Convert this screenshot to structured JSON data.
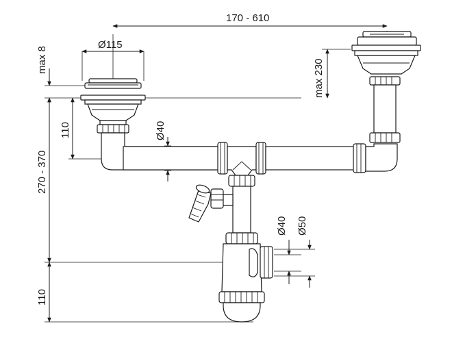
{
  "dimensions": {
    "span": "170 - 610",
    "basket_diameter": "Ø115",
    "max_top": "max 8",
    "right_height": "max 230",
    "inlet_height": "110",
    "pipe_diameter": "Ø40",
    "total_height": "270 - 370",
    "trap_outlet_inner": "Ø40",
    "trap_outlet_outer": "Ø50",
    "bottom_height": "110"
  }
}
